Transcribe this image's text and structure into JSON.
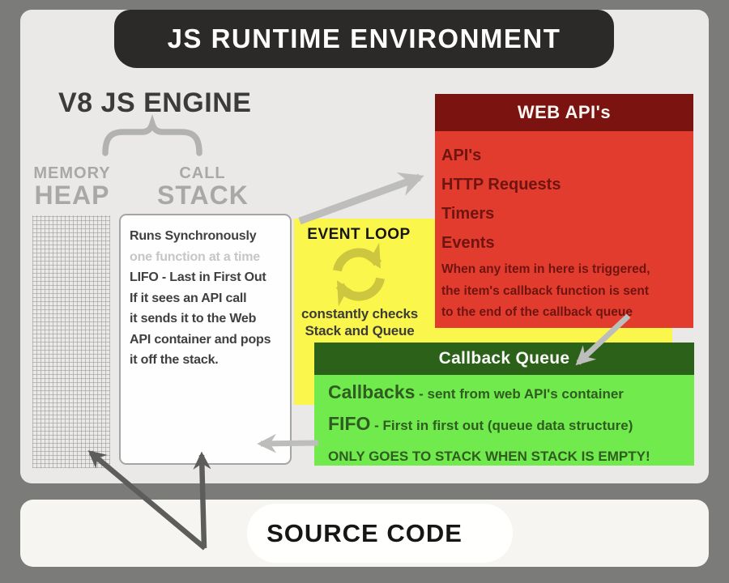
{
  "diagram_title": "JS RUNTIME ENVIRONMENT",
  "engine": {
    "title": "V8 JS ENGINE",
    "memory_heap": {
      "line1": "MEMORY",
      "line2": "HEAP"
    },
    "call_stack": {
      "line1": "CALL",
      "line2": "STACK"
    },
    "call_stack_notes": [
      {
        "text": "Runs Synchronously"
      },
      {
        "text": "one function at a time"
      },
      {
        "text": "LIFO - Last in First Out"
      },
      {
        "text": "If it sees an API call"
      },
      {
        "text": "it sends it to the Web"
      },
      {
        "text": "API container and pops"
      },
      {
        "text": "it off the stack."
      }
    ]
  },
  "event_loop": {
    "title": "EVENT LOOP",
    "icon": "refresh-cycle-icon",
    "caption": {
      "line1": "constantly checks",
      "line2": "Stack and Queue"
    }
  },
  "web_apis": {
    "title": "WEB API's",
    "items": [
      "API's",
      "HTTP Requests",
      "Timers",
      "Events"
    ],
    "note": {
      "line1": "When any item in here is triggered,",
      "line2": "the item's callback function is sent",
      "line3": "to the end of the callback queue"
    }
  },
  "callback_queue": {
    "title": "Callback Queue",
    "rows": [
      {
        "lead": "Callbacks",
        "rest": " - sent from web API's container"
      },
      {
        "lead": "FIFO",
        "rest": " - First in first out (queue data structure)"
      },
      {
        "lead": "",
        "rest": "ONLY GOES TO STACK WHEN STACK IS EMPTY!"
      }
    ]
  },
  "source_code": {
    "title": "SOURCE CODE"
  },
  "connections": [
    {
      "from": "call-stack",
      "to": "web-apis",
      "style": "light-gray"
    },
    {
      "from": "web-apis",
      "to": "callback-queue",
      "style": "light-gray"
    },
    {
      "from": "callback-queue",
      "to": "call-stack",
      "style": "light-gray"
    },
    {
      "from": "source-code",
      "to": "memory-heap",
      "style": "dark-gray"
    },
    {
      "from": "source-code",
      "to": "call-stack",
      "style": "dark-gray"
    }
  ],
  "colors": {
    "canvas_bg": "#7b7b79",
    "panel_bg": "#eae9e7",
    "banner_bg": "#2b2a28",
    "yellow": "#fbf64b",
    "red_body": "#e23c2e",
    "red_header": "#7b1410",
    "red_text": "#6f1410",
    "green_body": "#71ea4d",
    "green_header": "#2b6118",
    "green_text": "#2f5c20",
    "light_arrow": "#bdbdbb",
    "dark_arrow": "#5d5d5b",
    "event_loop_icon": "#cdc63f"
  }
}
